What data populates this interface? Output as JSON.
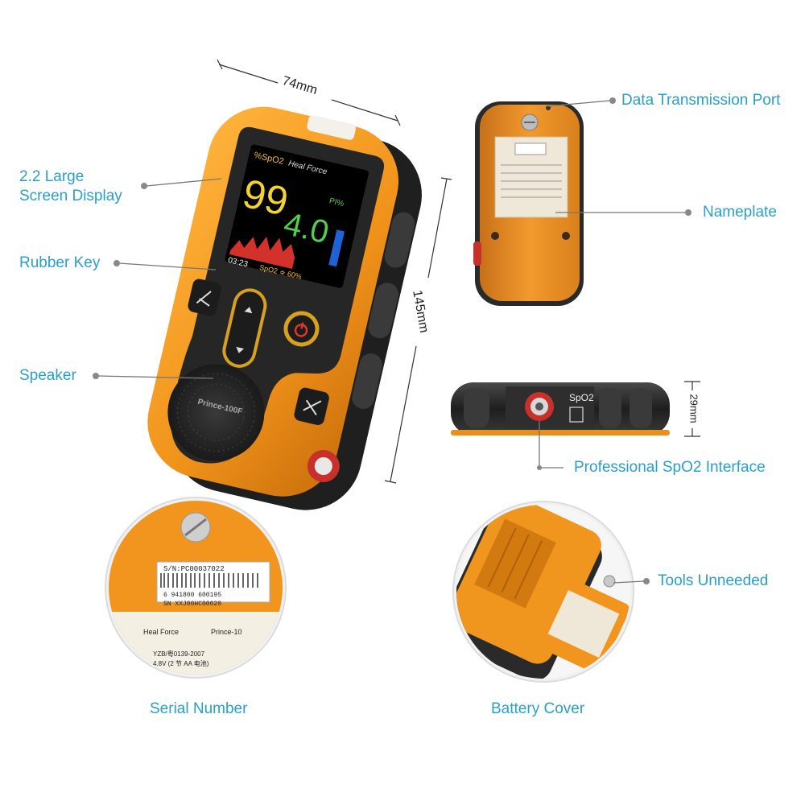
{
  "dimensions": {
    "width": "74mm",
    "height": "145mm",
    "depth": "29mm"
  },
  "labels": {
    "screen_line1": "2.2 Large",
    "screen_line2": "Screen Display",
    "rubber_key": "Rubber Key",
    "speaker": "Speaker",
    "data_port": "Data Transmission Port",
    "nameplate": "Nameplate",
    "spo2_interface": "Professional SpO2 Interface",
    "tools_unneeded": "Tools Unneeded",
    "serial_number": "Serial Number",
    "battery_cover": "Battery Cover"
  },
  "device": {
    "brand": "Heal Force",
    "model": "Prince-100F",
    "spo2_label": "%SpO2",
    "spo2_value": "99",
    "pr_label": "PI%",
    "pr_value": "4.0",
    "time": "03:23",
    "bottom_status": "SpO2 ≑ 60%",
    "port_label": "SpO2"
  },
  "serial_closeup": {
    "serial": "S/N:PC00037022",
    "barcode_number": "6 941800 600195",
    "code2": "SN XXJ00HC00020",
    "line1": "Heal Force",
    "line2": "Prince-10",
    "line3": "YZB/粤0139-2007",
    "line4": "4.8V (2 节 AA 电池)"
  },
  "colors": {
    "label": "#2a9fc9",
    "device_orange": "#f0961e",
    "device_black": "#2b2b2b"
  }
}
